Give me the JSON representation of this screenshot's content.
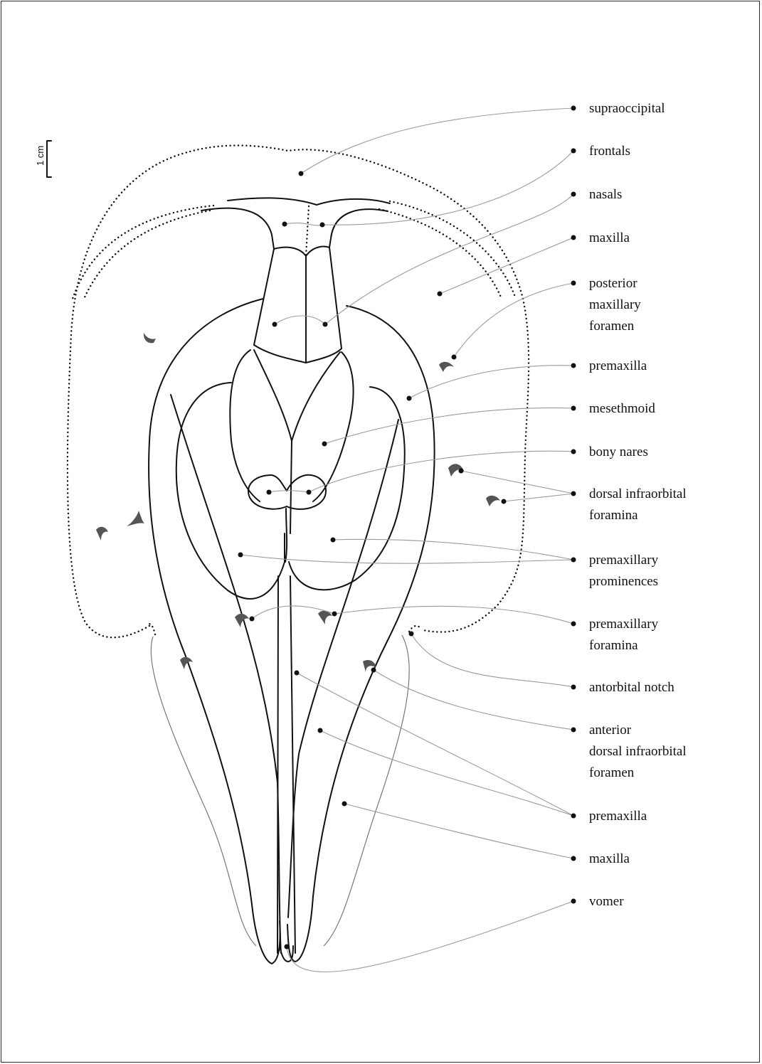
{
  "scale_bar": {
    "text": "1 cm"
  },
  "labels": [
    {
      "id": "supraoccipital",
      "lines": [
        "supraoccipital"
      ]
    },
    {
      "id": "frontals",
      "lines": [
        "frontals"
      ]
    },
    {
      "id": "nasals",
      "lines": [
        "nasals"
      ]
    },
    {
      "id": "maxilla-top",
      "lines": [
        "maxilla"
      ]
    },
    {
      "id": "posterior-maxillary-foramen",
      "lines": [
        "posterior",
        "maxillary",
        "foramen"
      ]
    },
    {
      "id": "premaxilla-top",
      "lines": [
        "premaxilla"
      ]
    },
    {
      "id": "mesethmoid",
      "lines": [
        "mesethmoid"
      ]
    },
    {
      "id": "bony-nares",
      "lines": [
        "bony nares"
      ]
    },
    {
      "id": "dorsal-infraorbital-foramina",
      "lines": [
        "dorsal infraorbital",
        "foramina"
      ]
    },
    {
      "id": "premaxillary-prominences",
      "lines": [
        "premaxillary",
        "prominences"
      ]
    },
    {
      "id": "premaxillary-foramina",
      "lines": [
        "premaxillary",
        "foramina"
      ]
    },
    {
      "id": "antorbital-notch",
      "lines": [
        "antorbital notch"
      ]
    },
    {
      "id": "anterior-dorsal-infraorbital-foramen",
      "lines": [
        "anterior",
        "dorsal infraorbital",
        "foramen"
      ]
    },
    {
      "id": "premaxilla-bottom",
      "lines": [
        "premaxilla"
      ]
    },
    {
      "id": "maxilla-bottom",
      "lines": [
        "maxilla"
      ]
    },
    {
      "id": "vomer",
      "lines": [
        "vomer"
      ]
    }
  ]
}
